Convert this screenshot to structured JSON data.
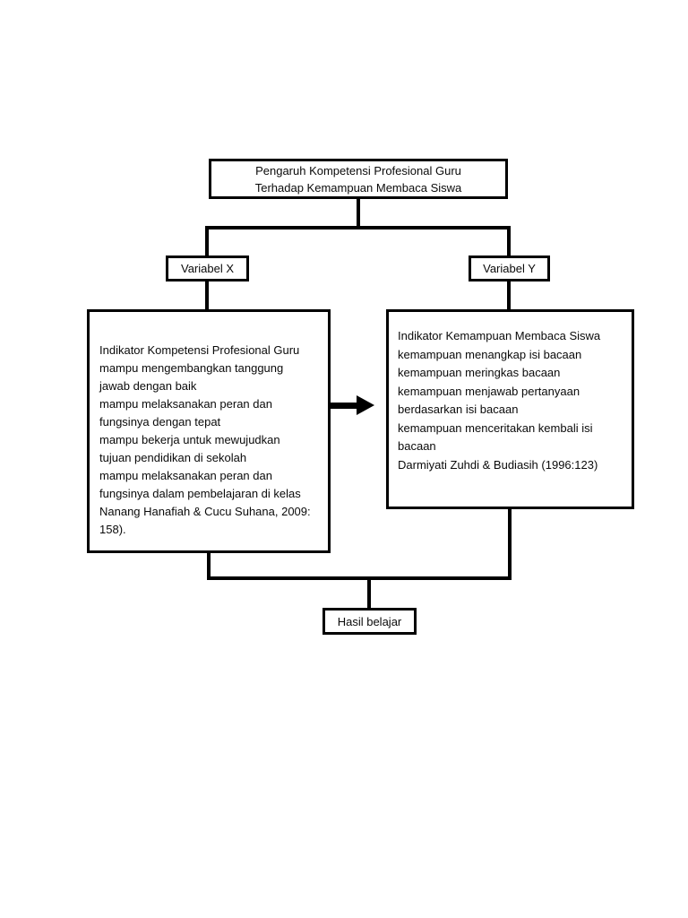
{
  "colors": {
    "ink": "#000000",
    "background": "#ffffff"
  },
  "icons": {
    "flow_arrow": "right-arrow"
  },
  "diagram": {
    "title_box": {
      "lines": [
        "Pengaruh Kompetensi Profesional Guru",
        "Terhadap Kemampuan Membaca Siswa"
      ]
    },
    "variable_x": {
      "label": "Variabel X"
    },
    "variable_y": {
      "label": "Variabel Y"
    },
    "indicator_x": {
      "lines": [
        "Indikator Kompetensi Profesional Guru",
        "mampu mengembangkan tanggung",
        "jawab dengan baik",
        "mampu melaksanakan peran dan",
        "fungsinya dengan tepat",
        "mampu bekerja untuk mewujudkan",
        "tujuan pendidikan di sekolah",
        "mampu melaksanakan peran dan",
        "fungsinya dalam pembelajaran di kelas",
        "Nanang Hanafiah & Cucu Suhana, 2009:",
        "158)."
      ]
    },
    "indicator_y": {
      "lines": [
        "Indikator Kemampuan Membaca Siswa",
        "kemampuan menangkap isi bacaan",
        "kemampuan meringkas bacaan",
        "kemampuan menjawab pertanyaan",
        "berdasarkan isi bacaan",
        "kemampuan menceritakan kembali isi",
        "bacaan",
        "Darmiyati Zuhdi & Budiasih (1996:123)"
      ]
    },
    "result_box": {
      "label": "Hasil belajar"
    }
  }
}
